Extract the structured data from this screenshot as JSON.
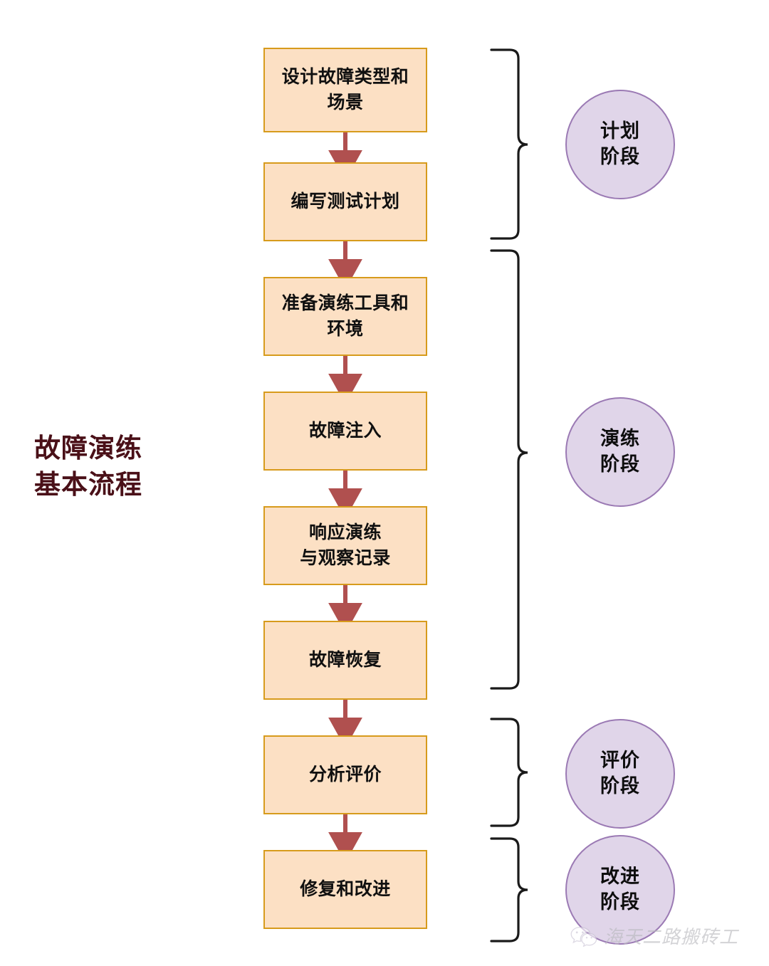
{
  "diagram": {
    "title": "故障演练\n基本流程",
    "title_color": "#4A1018",
    "box_fill": "#FCE0C4",
    "box_border": "#D79B1C",
    "arrow_color": "#B0504F",
    "circle_fill": "#E0D5E9",
    "circle_border": "#9B7AB4",
    "brace_color": "#1A1A1A"
  },
  "steps": [
    {
      "id": "step-1",
      "label": "设计故障类型和\n场景"
    },
    {
      "id": "step-2",
      "label": "编写测试计划"
    },
    {
      "id": "step-3",
      "label": "准备演练工具和\n环境"
    },
    {
      "id": "step-4",
      "label": "故障注入"
    },
    {
      "id": "step-5",
      "label": "响应演练\n与观察记录"
    },
    {
      "id": "step-6",
      "label": "故障恢复"
    },
    {
      "id": "step-7",
      "label": "分析评价"
    },
    {
      "id": "step-8",
      "label": "修复和改进"
    }
  ],
  "phases": [
    {
      "id": "phase-plan",
      "label": "计划\n阶段"
    },
    {
      "id": "phase-drill",
      "label": "演练\n阶段"
    },
    {
      "id": "phase-evaluate",
      "label": "评价\n阶段"
    },
    {
      "id": "phase-improve",
      "label": "改进\n阶段"
    }
  ],
  "watermark": {
    "text": "海天二路搬砖工",
    "icon": "wechat-icon"
  }
}
